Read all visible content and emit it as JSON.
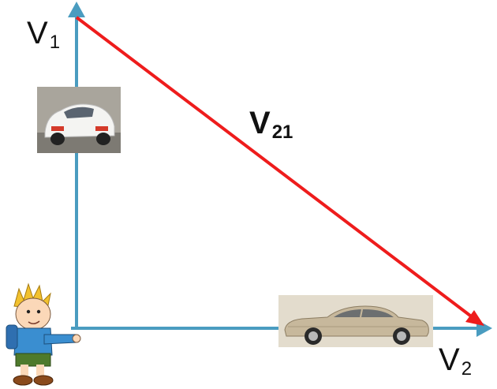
{
  "labels": {
    "v1": "V",
    "v1_sub": "1",
    "v21": "V",
    "v21_sub": "21",
    "v2": "V",
    "v2_sub": "2"
  },
  "colors": {
    "axis": "#4a9cc0",
    "resultant": "#ee1c1c"
  },
  "icons": [
    "white-sports-car-photo",
    "silver-sedan-photo",
    "cartoon-boy-observer"
  ]
}
